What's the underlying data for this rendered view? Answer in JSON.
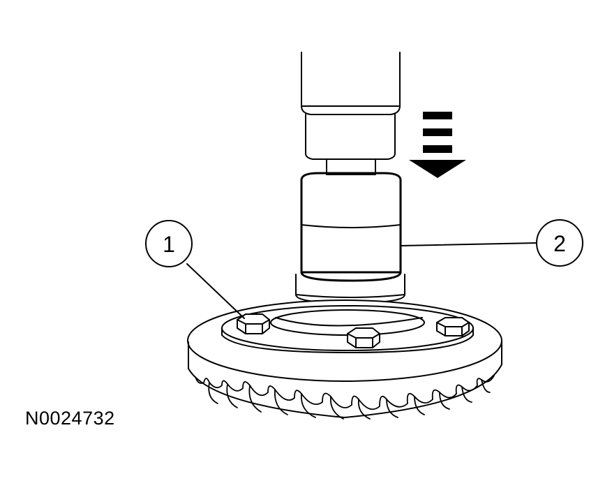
{
  "callouts": [
    {
      "id": "1"
    },
    {
      "id": "2"
    }
  ],
  "figure_id": "N0024732",
  "colors": {
    "line": "#000000",
    "background": "#ffffff"
  }
}
